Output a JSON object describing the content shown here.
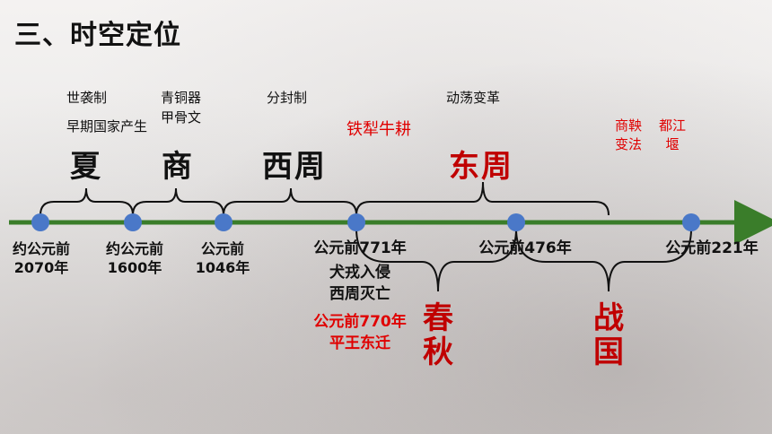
{
  "title": "三、时空定位",
  "notes": {
    "xia_1": "世袭制",
    "xia_2": "早期国家产生",
    "shang_1": "青铜器",
    "shang_2": "甲骨文",
    "xizhou": "分封制",
    "iron_plough": "铁犁牛耕",
    "dongzhou": "动荡变革",
    "shangyang": "商鞅\n变法",
    "dujiangyan": "都江\n堰"
  },
  "periods": {
    "xia": "夏",
    "shang": "商",
    "xizhou": "西周",
    "dongzhou": "东周",
    "chunqiu": "春\n秋",
    "zhanguo": "战\n国"
  },
  "dates": {
    "d1": "约公元前\n2070年",
    "d2": "约公元前\n1600年",
    "d3": "公元前\n1046年",
    "d4": "公元前771年",
    "d4_event": "犬戎入侵\n西周灭亡",
    "d4_red": "公元前770年\n平王东迁",
    "d5": "公元前476年",
    "d6": "公元前221年"
  },
  "colors": {
    "timeline": "#3a7d2a",
    "node": "#4a78c8",
    "accent_red": "#c00000"
  }
}
